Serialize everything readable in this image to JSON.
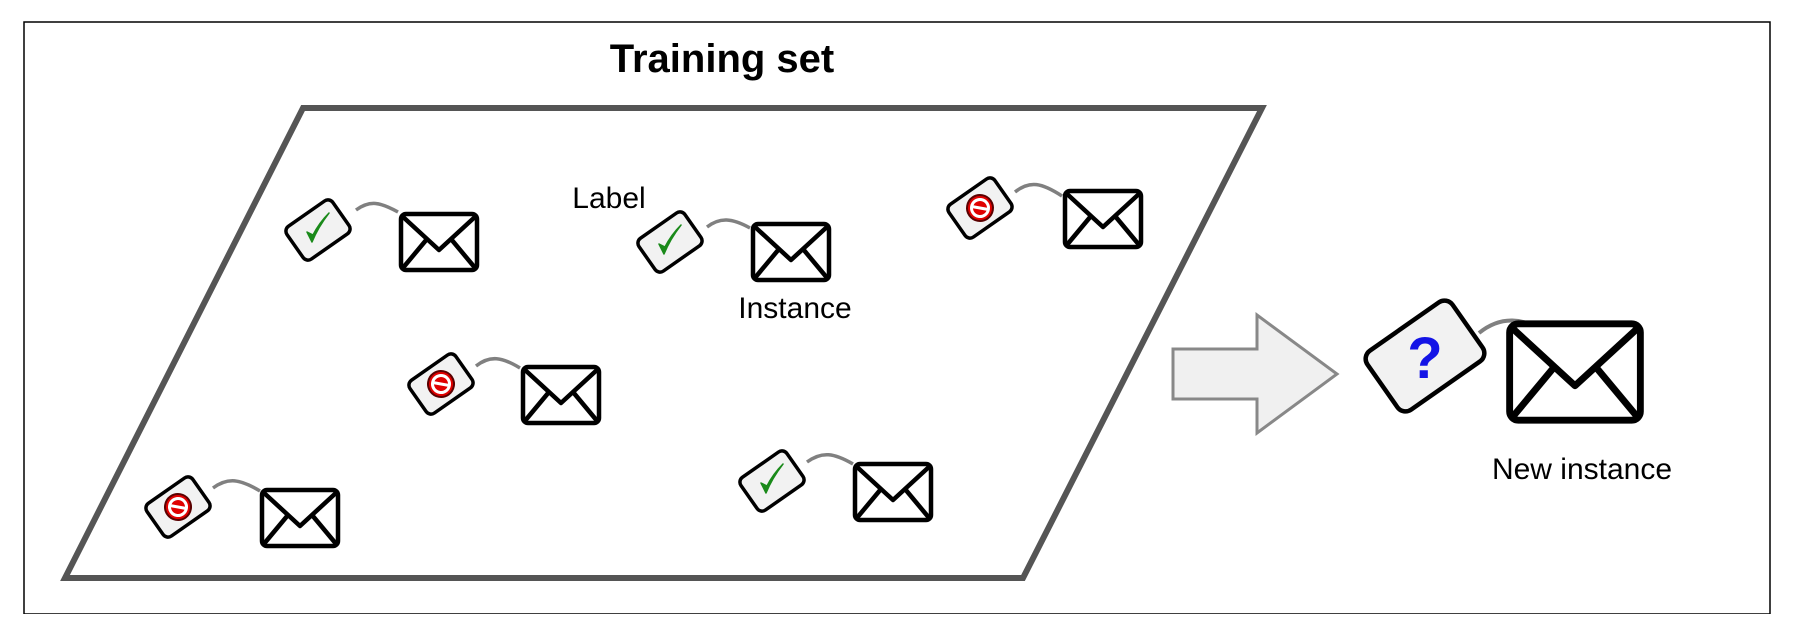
{
  "diagram": {
    "title": "Training set",
    "annotations": {
      "label": "Label",
      "instance": "Instance",
      "new_instance": "New instance"
    },
    "unknown_mark": "?",
    "training_examples": [
      {
        "label": "ham"
      },
      {
        "label": "ham"
      },
      {
        "label": "spam"
      },
      {
        "label": "spam"
      },
      {
        "label": "spam"
      },
      {
        "label": "ham"
      }
    ],
    "new_example": {
      "label": "unknown"
    },
    "icons": {
      "ham_tag": "checkmark-icon",
      "spam_tag": "no-entry-icon",
      "instance": "envelope-icon",
      "unknown_tag": "question-mark-icon",
      "arrow": "right-arrow-icon"
    },
    "colors": {
      "border": "#000000",
      "frame": "#555555",
      "tag_fill": "#f2f2f2",
      "check": "#1a8a1a",
      "spam_red": "#e00000",
      "question": "#1414e6",
      "arrow_fill": "#f0f0f0",
      "arrow_stroke": "#888888",
      "string": "#808080"
    }
  }
}
